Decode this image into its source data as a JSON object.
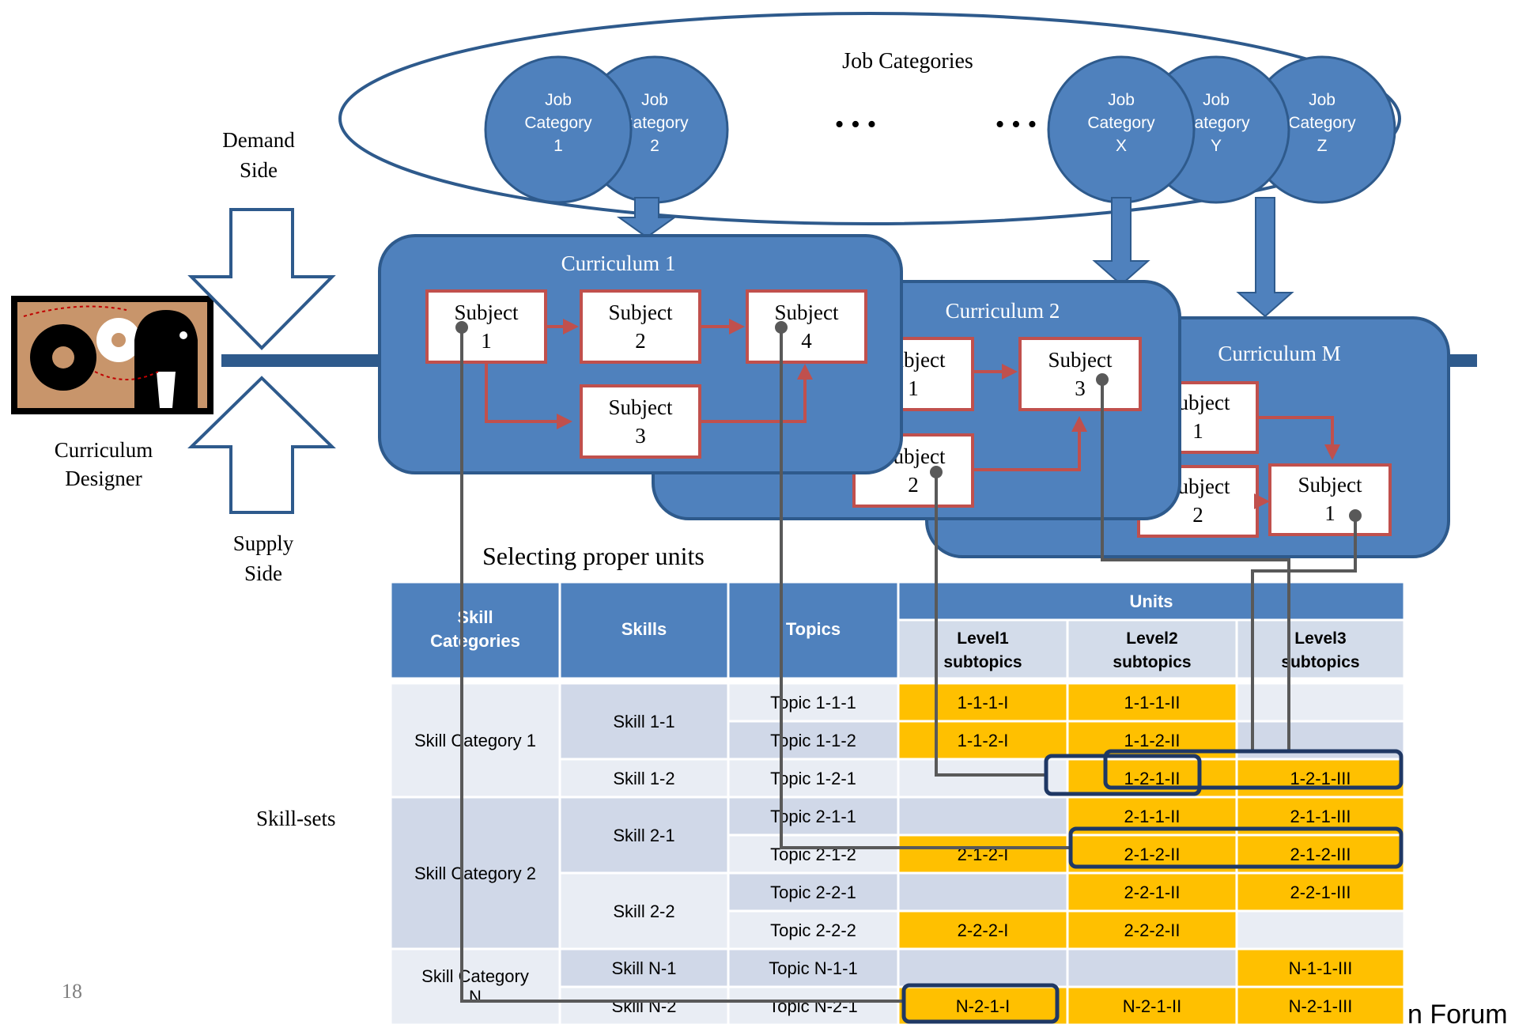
{
  "labels": {
    "job_categories_title": "Job Categories",
    "dots": "• • •",
    "demand_side": [
      "Demand",
      "Side"
    ],
    "supply_side": [
      "Supply",
      "Side"
    ],
    "curriculum_designer": [
      "Curriculum",
      "Designer"
    ],
    "selecting_units": "Selecting proper units",
    "skill_sets": "Skill-sets",
    "page_number": "18",
    "footer_fragment": "n Forum"
  },
  "job_categories": [
    {
      "lines": [
        "Job",
        "Category",
        "1"
      ]
    },
    {
      "lines": [
        "Job",
        "Category",
        "2"
      ]
    },
    {
      "lines": [
        "Job",
        "Category",
        "X"
      ]
    },
    {
      "lines": [
        "Job",
        "Category",
        "Y"
      ]
    },
    {
      "lines": [
        "Job",
        "Category",
        "Z"
      ]
    }
  ],
  "curricula": [
    {
      "title": "Curriculum 1",
      "subjects": [
        {
          "lines": [
            "Subject",
            "1"
          ]
        },
        {
          "lines": [
            "Subject",
            "2"
          ]
        },
        {
          "lines": [
            "Subject",
            "4"
          ]
        },
        {
          "lines": [
            "Subject",
            "3"
          ]
        }
      ]
    },
    {
      "title": "Curriculum 2",
      "subjects": [
        {
          "lines": [
            "Subject",
            "1"
          ]
        },
        {
          "lines": [
            "Subject",
            "3"
          ]
        },
        {
          "lines": [
            "Subject",
            "2"
          ]
        }
      ]
    },
    {
      "title": "Curriculum M",
      "subjects": [
        {
          "lines": [
            "Subject",
            "1"
          ]
        },
        {
          "lines": [
            "Subject",
            "2"
          ]
        },
        {
          "lines": [
            "Subject",
            "1"
          ]
        }
      ]
    }
  ],
  "table": {
    "headers": {
      "skill_categories": [
        "Skill",
        "Categories"
      ],
      "skills": "Skills",
      "topics": "Topics",
      "units": "Units",
      "levels": [
        [
          "Level1",
          "subtopics"
        ],
        [
          "Level2",
          "subtopics"
        ],
        [
          "Level3",
          "subtopics"
        ]
      ]
    },
    "categories": [
      {
        "label": [
          "Skill Category 1"
        ],
        "rows": 3
      },
      {
        "label": [
          "Skill Category 2"
        ],
        "rows": 4
      },
      {
        "label": [
          "Skill Category",
          "N"
        ],
        "rows": 2
      }
    ],
    "skills": [
      {
        "label": "Skill 1-1",
        "rows": 2
      },
      {
        "label": "Skill 1-2",
        "rows": 1
      },
      {
        "label": "Skill  2-1",
        "rows": 2
      },
      {
        "label": "Skill 2-2",
        "rows": 2
      },
      {
        "label": "Skill N-1",
        "rows": 1
      },
      {
        "label": "Skill N-2",
        "rows": 1
      }
    ],
    "rows": [
      {
        "topic": "Topic 1-1-1",
        "units": [
          "1-1-1-I",
          "1-1-1-II",
          ""
        ]
      },
      {
        "topic": "Topic 1-1-2",
        "units": [
          "1-1-2-I",
          "1-1-2-II",
          ""
        ]
      },
      {
        "topic": "Topic 1-2-1",
        "units": [
          "",
          "1-2-1-II",
          "1-2-1-III"
        ]
      },
      {
        "topic": "Topic 2-1-1",
        "units": [
          "",
          "2-1-1-II",
          "2-1-1-III"
        ]
      },
      {
        "topic": "Topic 2-1-2",
        "units": [
          "2-1-2-I",
          "2-1-2-II",
          "2-1-2-III"
        ]
      },
      {
        "topic": "Topic 2-2-1",
        "units": [
          "",
          "2-2-1-II",
          "2-2-1-III"
        ]
      },
      {
        "topic": "Topic 2-2-2",
        "units": [
          "2-2-2-I",
          "2-2-2-II",
          ""
        ]
      },
      {
        "topic": "Topic N-1-1",
        "units": [
          "",
          "",
          "N-1-1-III"
        ]
      },
      {
        "topic": "Topic N-2-1",
        "units": [
          "N-2-1-I",
          "N-2-1-II",
          "N-2-1-III"
        ]
      }
    ]
  },
  "colors": {
    "blue": "#4f81bd",
    "blue_dark": "#2e5a8c",
    "red": "#c0504d",
    "orange": "#ffc000",
    "header_blue": "#4f81bd",
    "level_header": "#d3dcea",
    "row_light": "#e9edf4",
    "row_dark": "#d0d8e8",
    "connector": "#595959",
    "highlight": "#1f3864"
  }
}
